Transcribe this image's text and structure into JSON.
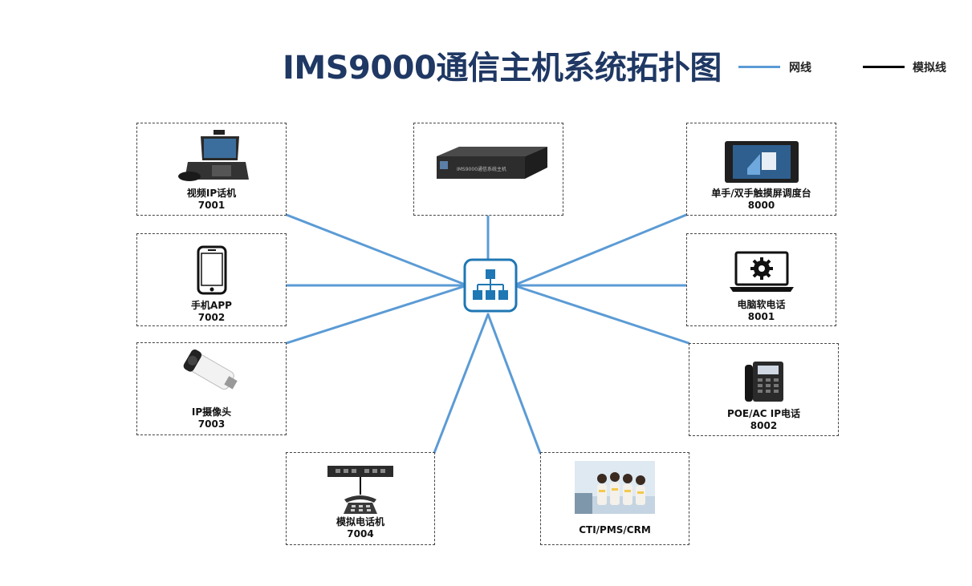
{
  "title": "IMS9000通信主机系统拓扑图",
  "legend": [
    {
      "label": "网线",
      "color": "#5b9bd5"
    },
    {
      "label": "模拟线",
      "color": "#000000"
    }
  ],
  "colors": {
    "network": "#5b9bd5",
    "hub": "#1f77b4",
    "title": "#1f3864"
  },
  "host": {
    "device_text": "IMS9000通信系统主机",
    "icon": "rack-server-icon"
  },
  "hub": {
    "icon": "network-switch-icon"
  },
  "nodes": {
    "video_phone": {
      "name": "视频IP话机",
      "ext": "7001",
      "icon": "video-phone-icon"
    },
    "mobile_app": {
      "name": "手机APP",
      "ext": "7002",
      "icon": "smartphone-icon"
    },
    "ip_camera": {
      "name": "IP摄像头",
      "ext": "7003",
      "icon": "camera-icon"
    },
    "analog_phone": {
      "name": "模拟电话机",
      "ext": "7004",
      "icon": "analog-phone-icon"
    },
    "touch_console": {
      "name": "单手/双手触摸屏调度台",
      "ext": "8000",
      "icon": "touch-console-icon"
    },
    "softphone": {
      "name": "电脑软电话",
      "ext": "8001",
      "icon": "laptop-gear-icon"
    },
    "poe_phone": {
      "name": "POE/AC IP电话",
      "ext": "8002",
      "icon": "desk-phone-icon"
    },
    "cti": {
      "name": "CTI/PMS/CRM",
      "icon": "call-center-photo"
    }
  }
}
